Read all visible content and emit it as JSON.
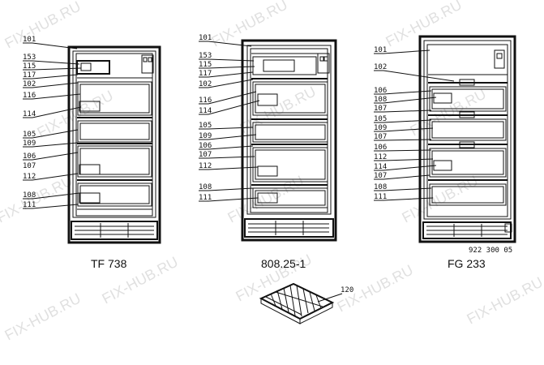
{
  "watermark": "FIX-HUB.RU",
  "models": [
    {
      "name": "TF 738",
      "labels": [
        "101",
        "153",
        "115",
        "117",
        "102",
        "116",
        "114",
        "105",
        "109",
        "106",
        "107",
        "112",
        "108",
        "111"
      ]
    },
    {
      "name": "808.25-1",
      "labels": [
        "101",
        "153",
        "115",
        "117",
        "102",
        "116",
        "114",
        "105",
        "109",
        "106",
        "107",
        "112",
        "108",
        "111"
      ]
    },
    {
      "name": "FG 233",
      "labels": [
        "101",
        "102",
        "106",
        "108",
        "107",
        "105",
        "109",
        "107",
        "106",
        "112",
        "114",
        "107",
        "108",
        "111"
      ],
      "code": "922 300 05"
    }
  ],
  "accessory": {
    "label": "120"
  }
}
